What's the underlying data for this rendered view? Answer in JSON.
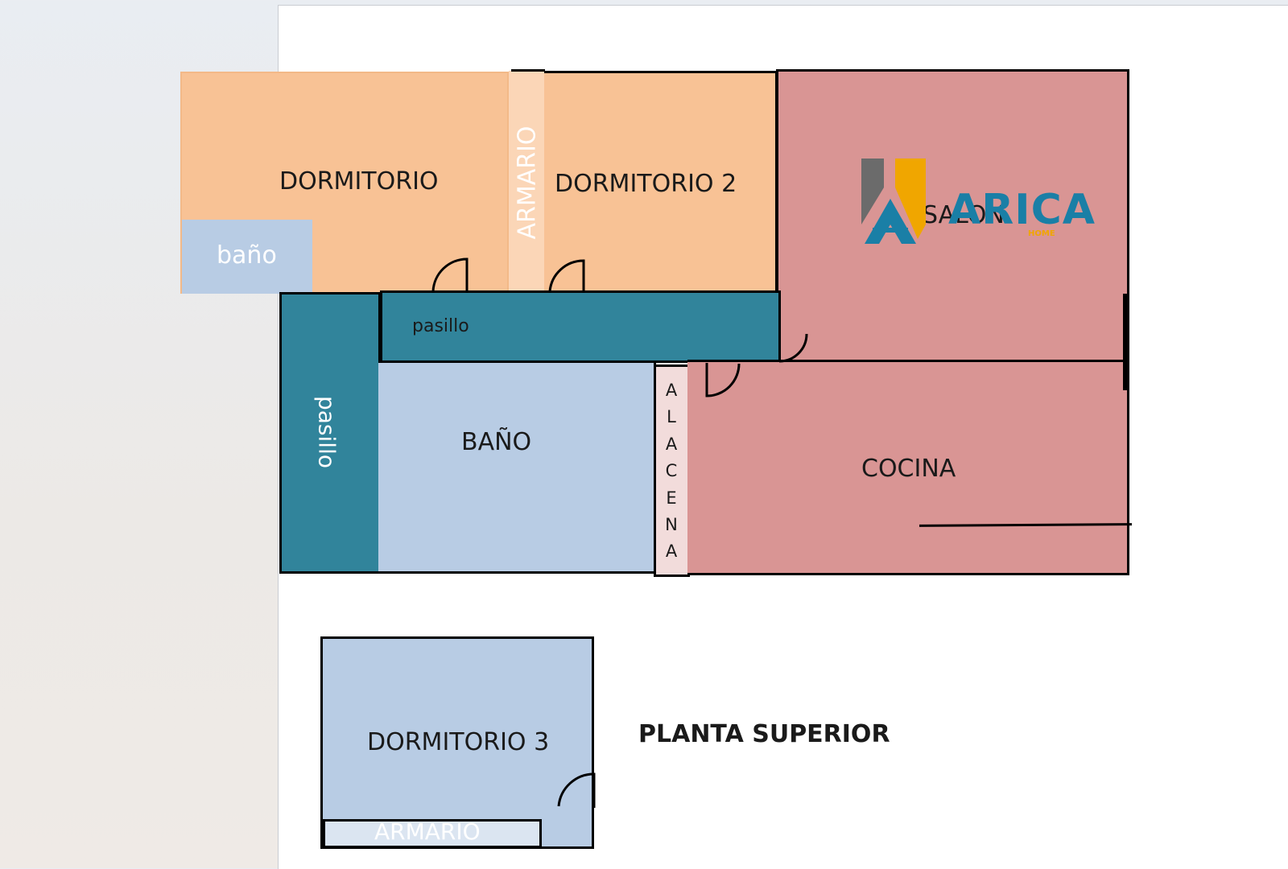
{
  "rooms": {
    "dormitorio": "DORMITORIO",
    "dormitorio_2": "DORMITORIO 2",
    "armario_top": "ARMARIO",
    "bano_small": "baño",
    "salon": "SALON",
    "pasillo_h": "pasillo",
    "pasillo_v": "pasillo",
    "bano": "BAÑO",
    "alacena_letters": [
      "A",
      "L",
      "A",
      "C",
      "E",
      "N",
      "A"
    ],
    "cocina": "COCINA",
    "dormitorio_3": "DORMITORIO 3",
    "armario_bottom": "ARMARIO"
  },
  "labels": {
    "floor": "PLANTA SUPERIOR"
  },
  "logo": {
    "text": "ARICA",
    "subtext": "HOME"
  },
  "colors": {
    "bedroom_orange": "#f8c295",
    "armario_light": "#fbd6b7",
    "bath_blue": "#b8cce4",
    "corridor_teal": "#31849b",
    "living_pink": "#d99594",
    "alacena_pink": "#f2dcdb",
    "armario_bottom": "#dbe5f1",
    "logo_gray": "#6b6b6b",
    "logo_orange": "#f0a600",
    "logo_blue": "#1a7fa6"
  }
}
